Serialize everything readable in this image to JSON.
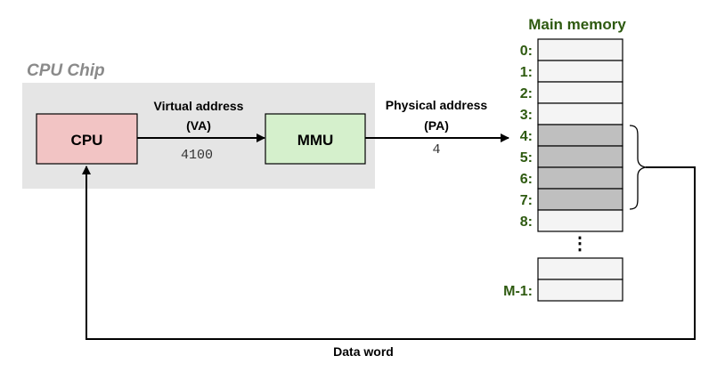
{
  "chip": {
    "label": "CPU Chip"
  },
  "cpu": {
    "label": "CPU"
  },
  "mmu": {
    "label": "MMU"
  },
  "virtual_address": {
    "line1": "Virtual address",
    "line2": "(VA)",
    "value": "4100"
  },
  "physical_address": {
    "line1": "Physical address",
    "line2": "(PA)",
    "value": "4"
  },
  "memory": {
    "title": "Main memory",
    "rows": [
      "0:",
      "1:",
      "2:",
      "3:",
      "4:",
      "5:",
      "6:",
      "7:",
      "8:"
    ],
    "ellipsis": "⋮",
    "last_row": "M-1:"
  },
  "data_word": {
    "label": "Data word"
  },
  "colors": {
    "cpu_fill": "#f2c4c4",
    "mmu_fill": "#d5f0cc",
    "chip_fill": "#e5e5e5",
    "cell_fill": "#f4f4f4",
    "highlight_fill": "#bfbfbf",
    "memory_label": "#2e5a10"
  }
}
